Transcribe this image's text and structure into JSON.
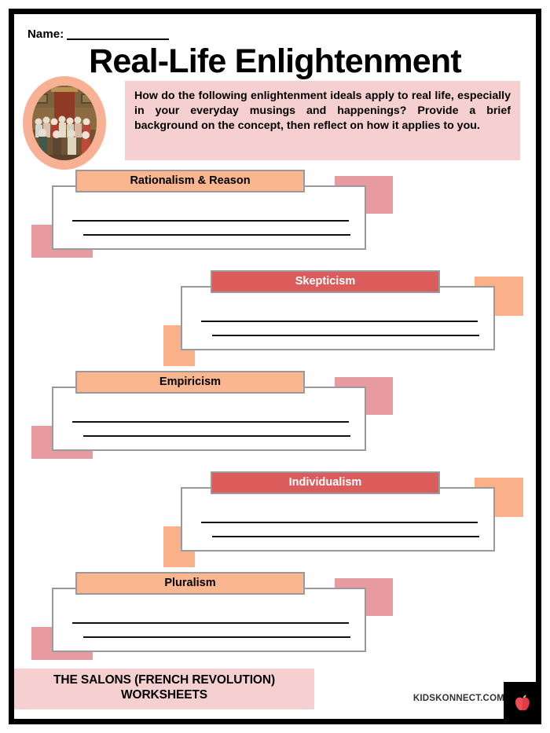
{
  "page": {
    "name_label": "Name:",
    "title": "Real-Life Enlightenment",
    "intro": "How do the following enlightenment ideals apply to real life, especially in your everyday musings and happenings? Provide a brief background on the concept, then reflect on how it applies to you.",
    "thumbnail_alt": "salon-painting"
  },
  "colors": {
    "header_peach": "#F9B68F",
    "header_red": "#DC5C5C",
    "deco_pink": "#E79BA0",
    "deco_peach": "#FAB089",
    "intro_bg": "#F6D0D0",
    "banner_bg": "#F6D0D0",
    "card_border": "#9A9A9A",
    "frame_border": "#000000"
  },
  "cards": [
    {
      "label": "Rationalism & Reason",
      "align": "left",
      "header_style": "peach",
      "deco_color": "#E79BA0"
    },
    {
      "label": "Skepticism",
      "align": "right",
      "header_style": "red",
      "deco_color": "#FAB089"
    },
    {
      "label": "Empiricism",
      "align": "left",
      "header_style": "peach",
      "deco_color": "#E79BA0"
    },
    {
      "label": "Individualism",
      "align": "right",
      "header_style": "red",
      "deco_color": "#FAB089"
    },
    {
      "label": "Pluralism",
      "align": "left",
      "header_style": "peach",
      "deco_color": "#E79BA0"
    }
  ],
  "footer": {
    "banner_line1": "THE SALONS (FRENCH REVOLUTION)",
    "banner_line2": "WORKSHEETS",
    "brand": "KIDSKONNECT.COM",
    "logo": "apple-icon"
  }
}
